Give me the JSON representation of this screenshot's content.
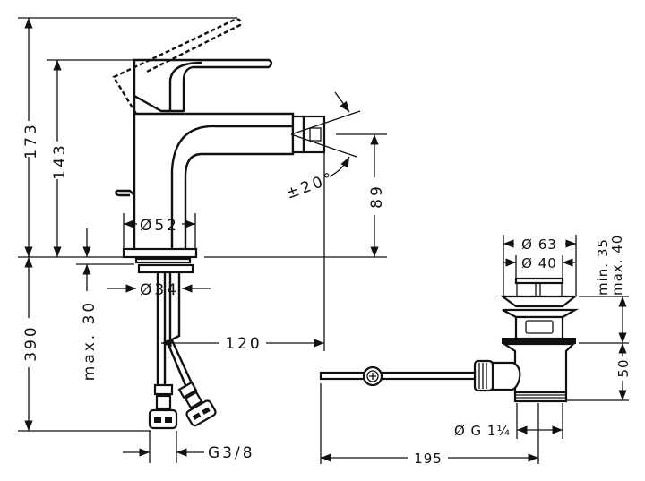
{
  "drawing": {
    "faucet_dimensions": {
      "overall_height": "173",
      "handle_height": "143",
      "spout_height": "89",
      "swivel_angle": "±20°",
      "body_diameter": "Ø52",
      "shank_diameter": "Ø34",
      "max_counter_thickness": "max. 30",
      "hose_length": "390",
      "spout_reach": "120",
      "connection_thread": "G3/8"
    },
    "drain_dimensions": {
      "flange_diameter": "Ø 63",
      "plug_diameter": "Ø 40",
      "min_height": "min. 35",
      "max_height": "max. 40",
      "body_height": "50",
      "outlet_thread": "Ø G 1¼",
      "rod_length": "195"
    }
  }
}
